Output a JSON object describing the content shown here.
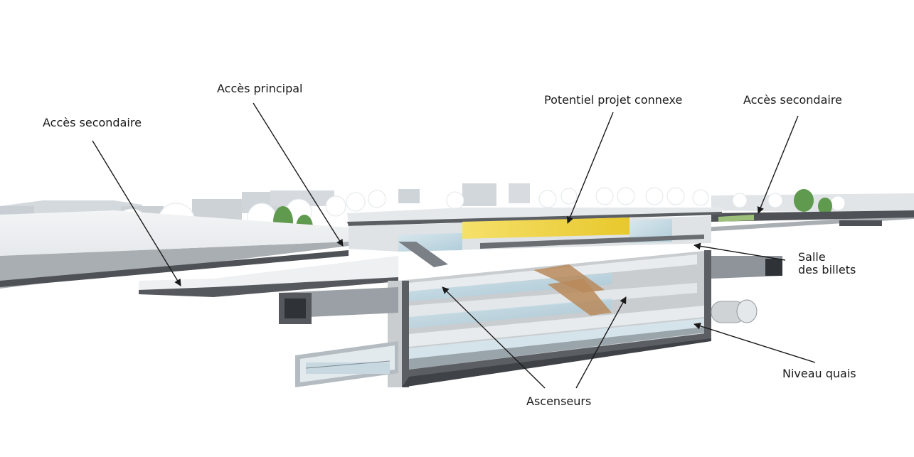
{
  "labels": {
    "acces_secondaire_left": "Accès secondaire",
    "acces_principal": "Accès principal",
    "potentiel_projet": "Potentiel projet connexe",
    "acces_secondaire_right": "Accès secondaire",
    "salle_line1": "Salle",
    "salle_line2": "des billets",
    "niveau_quais": "Niveau quais",
    "ascenseurs": "Ascenseurs"
  },
  "colors": {
    "ground": "#e9ecee",
    "concrete": "#6a6e72",
    "glass": "#bcd8e4",
    "yellow_volume": "#f2d94a",
    "escalator": "#b98a5a",
    "trees": "#5f9a4e",
    "label_text": "#1a1a1a"
  }
}
